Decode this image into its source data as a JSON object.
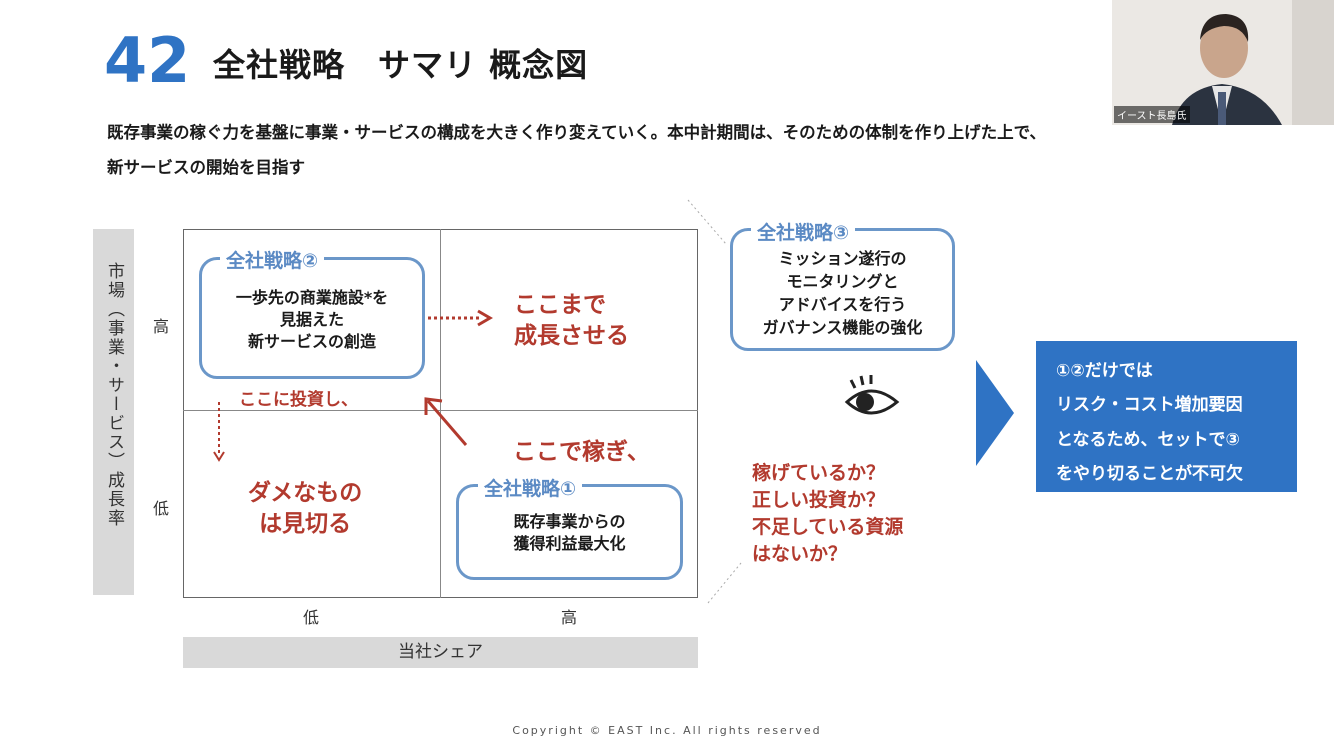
{
  "slide": {
    "page_number": "42",
    "title": "全社戦略　サマリ 概念図",
    "description_line1": "既存事業の稼ぐ力を基盤に事業・サービスの構成を大きく作り変えていく。本中計期間は、そのための体制を作り上げた上で、",
    "description_line2": "新サービスの開始を目指す",
    "copyright": "Copyright © EAST Inc. All rights reserved"
  },
  "matrix": {
    "y_axis_label": "市場（事業・サービス）成長率",
    "x_axis_label": "当社シェア",
    "y_high": "高",
    "y_low": "低",
    "x_low": "低",
    "x_high": "高"
  },
  "strategy2": {
    "title": "全社戦略②",
    "lines": [
      "一歩先の商業施設*を",
      "見据えた",
      "新サービスの創造"
    ]
  },
  "strategy1": {
    "title": "全社戦略①",
    "lines": [
      "既存事業からの",
      "獲得利益最大化"
    ]
  },
  "strategy3": {
    "title": "全社戦略③",
    "lines": [
      "ミッション遂行の",
      "モニタリングと",
      "アドバイスを行う",
      "ガバナンス機能の強化"
    ]
  },
  "annotations": {
    "grow": [
      "ここまで",
      "成長させる"
    ],
    "invest": "ここに投資し、",
    "earn": "ここで稼ぎ、",
    "cut": [
      "ダメなもの",
      "は見切る"
    ],
    "questions": [
      "稼げているか？",
      "正しい投資か？",
      "不足している資源",
      "はないか？"
    ]
  },
  "conclusion": {
    "lines": [
      "①②だけでは",
      "リスク・コスト増加要因",
      "となるため、セットで③",
      "をやり切ることが不可欠"
    ]
  },
  "video": {
    "participant_name": "イースト長島氏"
  },
  "colors": {
    "accent_blue": "#2f73c4",
    "box_border": "#6b97c9",
    "accent_red": "#b23a2e"
  }
}
